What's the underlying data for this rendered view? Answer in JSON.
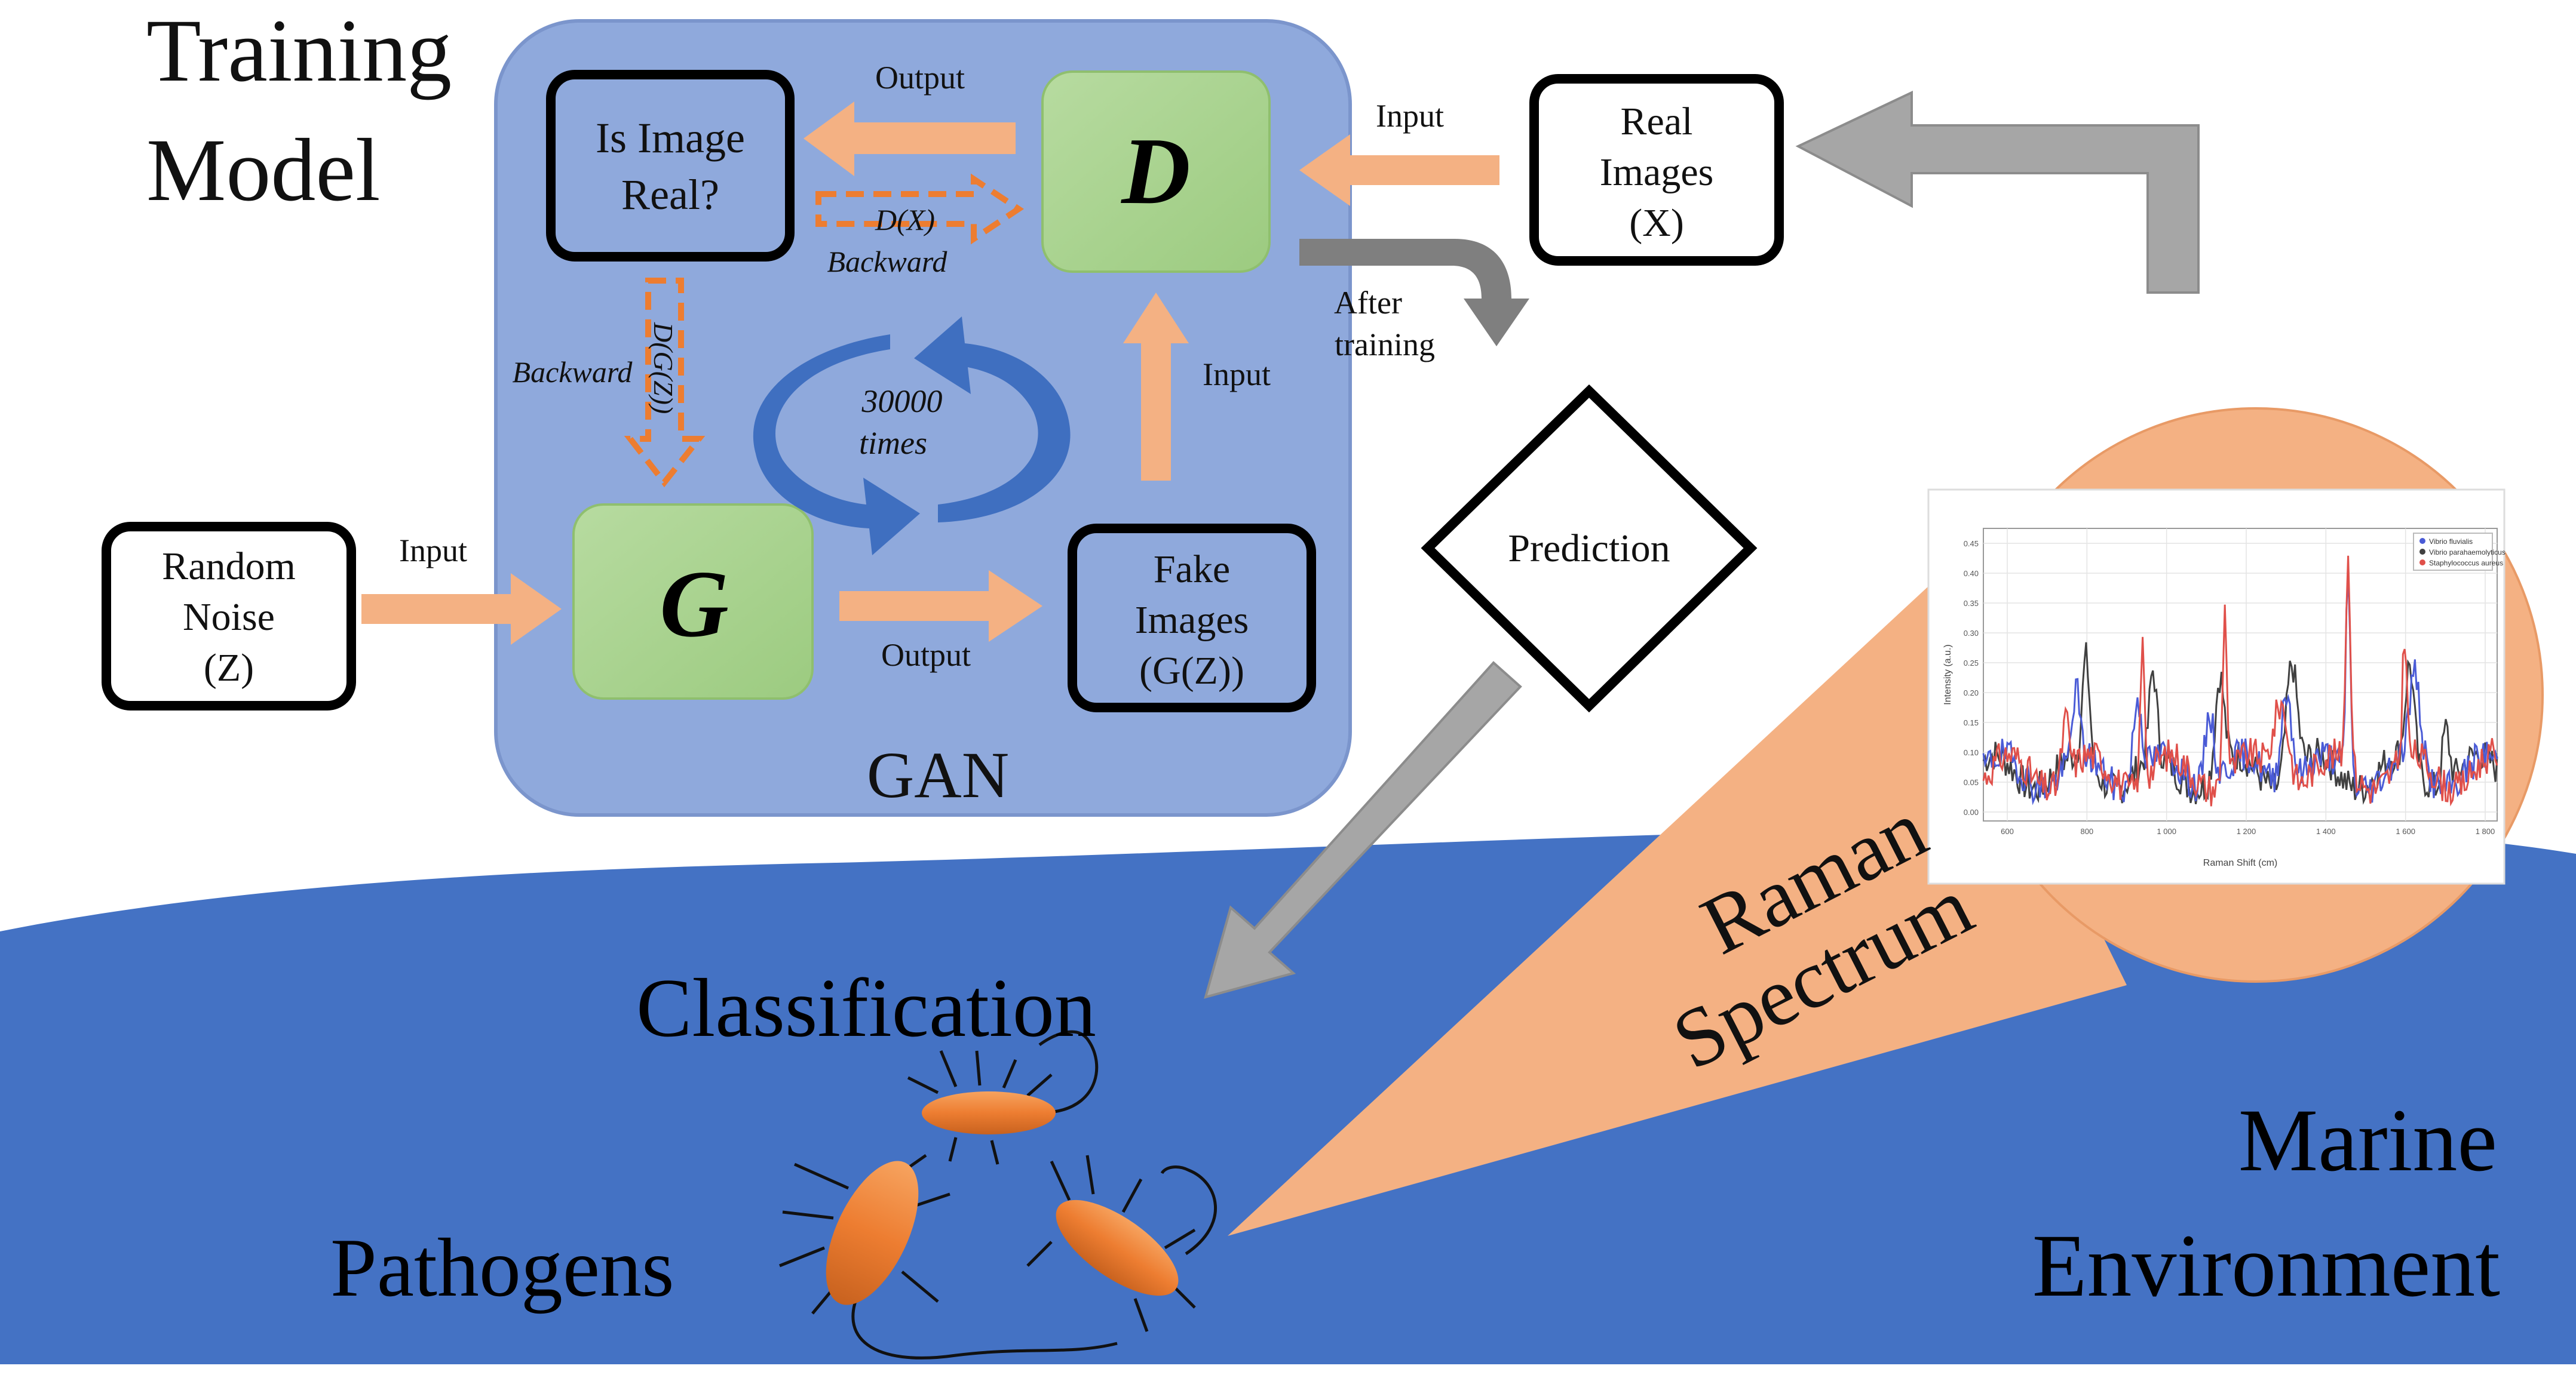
{
  "title": {
    "line1": "Training",
    "line2": "Model"
  },
  "gan": {
    "label": "GAN",
    "loop_count": "30000",
    "loop_unit": "times",
    "discriminator": "D",
    "generator": "G"
  },
  "nodes": {
    "is_real": {
      "line1": "Is Image",
      "line2": "Real?"
    },
    "real_images": {
      "line1": "Real",
      "line2": "Images",
      "line3": "(X)"
    },
    "random_noise": {
      "line1": "Random",
      "line2": "Noise",
      "line3": "(Z)"
    },
    "fake_images": {
      "line1": "Fake",
      "line2": "Images",
      "line3": "(G(Z))"
    },
    "prediction": "Prediction"
  },
  "edges": {
    "output_d": "Output",
    "input_d": "Input",
    "dx": "D(X)",
    "backward_top": "Backward",
    "backward_left": "Backward",
    "dgz": "D(G(Z))",
    "input_up": "Input",
    "input_noise": "Input",
    "output_g": "Output",
    "after_training_1": "After",
    "after_training_2": "training"
  },
  "bottom": {
    "classification": "Classification",
    "pathogens": "Pathogens",
    "marine_1": "Marine",
    "marine_2": "Environment",
    "raman_1": "Raman",
    "raman_2": "Spectrum"
  },
  "spectrum_legend": [
    "Vibrio fluvialis",
    "Vibrio parahaemolyticus",
    "Staphylococcus aureus"
  ],
  "spectrum_xticks": [
    "600",
    "800",
    "1 000",
    "1 200",
    "1 400",
    "1 600",
    "1 800"
  ],
  "spectrum_yticks": [
    "0.45",
    "0.40",
    "0.35",
    "0.30",
    "0.25",
    "0.20",
    "0.15",
    "0.10",
    "0.05",
    "0.00"
  ],
  "spectrum_xlabel": "Raman Shift (cm)",
  "spectrum_ylabel": "Intensity (a.u.)",
  "colors": {
    "sea": "#4472c4",
    "gan_panel": "#8fa9dc",
    "green_box": "#a9d18e",
    "salmon": "#f4b183",
    "orange_dash": "#ed7d31",
    "gray_arrow": "#a6a6a6",
    "loop_blue": "#3f6fc0",
    "bacteria": "#ed7d31",
    "series_blue": "#4a5bd6",
    "series_gray": "#404040",
    "series_red": "#e0504a"
  }
}
